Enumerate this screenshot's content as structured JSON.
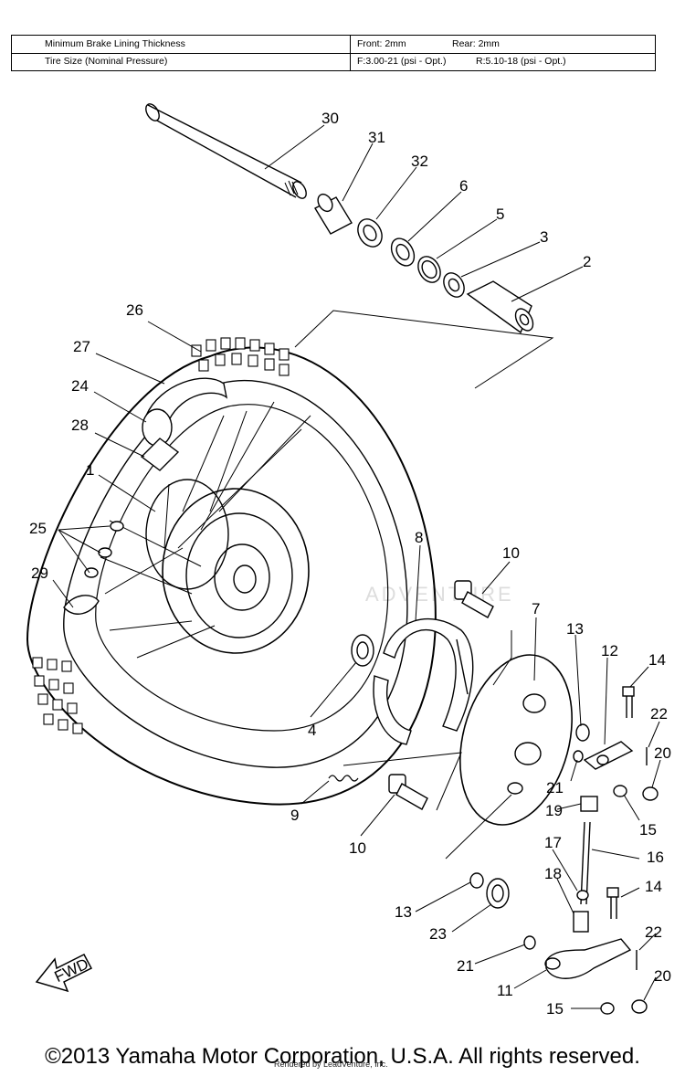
{
  "spec_table": {
    "row1": {
      "label": "Minimum Brake Lining Thickness",
      "front": "Front: 2mm",
      "rear": "Rear: 2mm"
    },
    "row2": {
      "label": "Tire Size (Nominal Pressure)",
      "front": "F:3.00-21 (psi - Opt.)",
      "rear": "R:5.10-18 (psi - Opt.)"
    }
  },
  "callouts": {
    "c30": "30",
    "c31": "31",
    "c32": "32",
    "c6": "6",
    "c5": "5",
    "c3": "3",
    "c2": "2",
    "c26": "26",
    "c27": "27",
    "c24": "24",
    "c28": "28",
    "c1": "1",
    "c25": "25",
    "c29": "29",
    "c8": "8",
    "c10a": "10",
    "c7": "7",
    "c13a": "13",
    "c12": "12",
    "c14a": "14",
    "c22a": "22",
    "c20a": "20",
    "c21a": "21",
    "c19": "19",
    "c15a": "15",
    "c4": "4",
    "c9": "9",
    "c10b": "10",
    "c17": "17",
    "c16": "16",
    "c18": "18",
    "c14b": "14",
    "c13b": "13",
    "c23": "23",
    "c22b": "22",
    "c21b": "21",
    "c11": "11",
    "c20b": "20",
    "c15b": "15"
  },
  "fwd_label": "FWD",
  "watermark": "ADVENTURE",
  "copyright": "©2013 Yamaha Motor Corporation, U.S.A. All rights reserved.",
  "render_credit": "Rendered by LeadVenture, Inc."
}
